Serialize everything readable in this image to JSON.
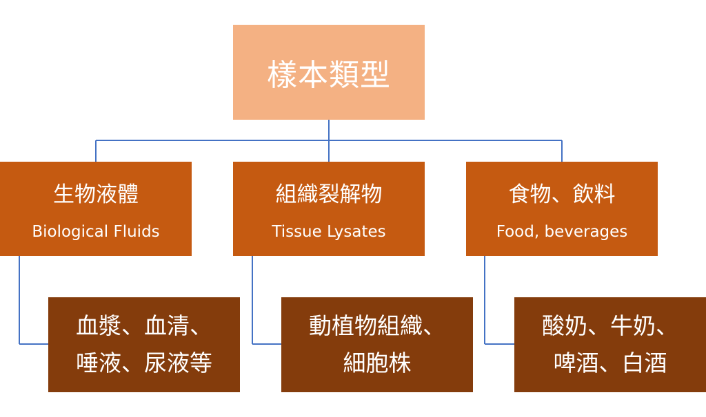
{
  "root": {
    "title": "樣本類型"
  },
  "categories": [
    {
      "title_zh": "生物液體",
      "title_en": "Biological Fluids",
      "examples": [
        "血漿、血清、",
        "唾液、尿液等"
      ]
    },
    {
      "title_zh": "組織裂解物",
      "title_en": "Tissue Lysates",
      "examples": [
        "動植物組織、",
        "細胞株"
      ]
    },
    {
      "title_zh": "食物、飲料",
      "title_en": "Food, beverages",
      "examples": [
        "酸奶、牛奶、",
        "啤酒、白酒"
      ]
    }
  ],
  "colors": {
    "root_fill": "#f4b183",
    "category_fill": "#c55a11",
    "leaf_fill": "#843c0c",
    "connector": "#4472c4",
    "text": "#ffffff"
  }
}
